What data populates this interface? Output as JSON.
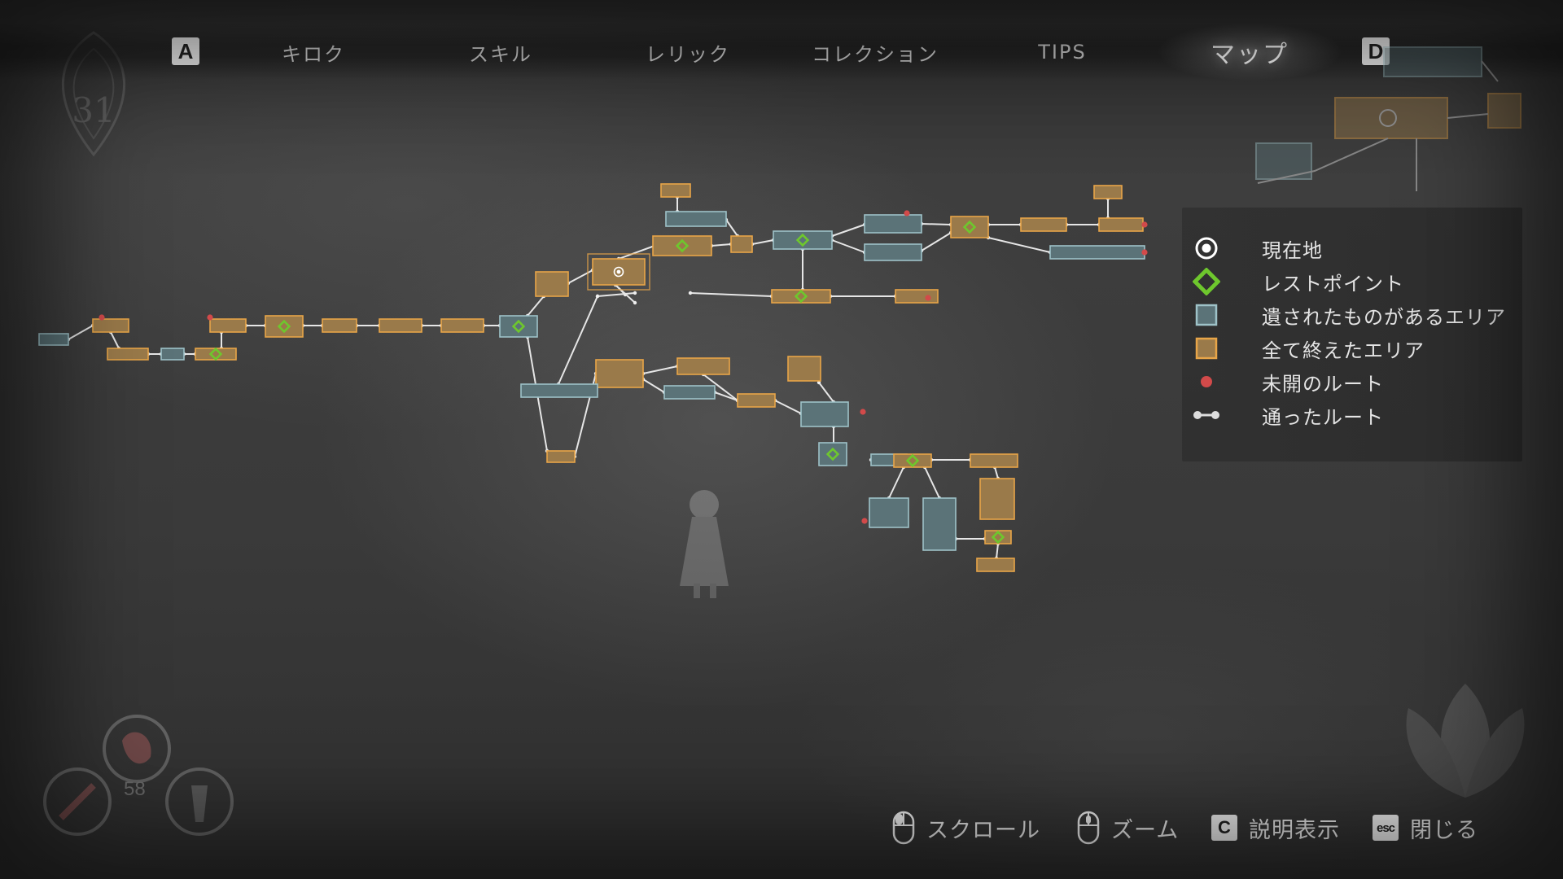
{
  "tabs": [
    {
      "id": "kiroku",
      "label": "キロク",
      "active": false
    },
    {
      "id": "skill",
      "label": "スキル",
      "active": false
    },
    {
      "id": "relic",
      "label": "レリック",
      "active": false
    },
    {
      "id": "collection",
      "label": "コレクション",
      "active": false
    },
    {
      "id": "tips",
      "label": "TIPS",
      "active": false
    },
    {
      "id": "map",
      "label": "マップ",
      "active": true
    }
  ],
  "nav_keys": {
    "prev": "A",
    "next": "D"
  },
  "level": "31",
  "legend": [
    {
      "icon": "current-location-icon",
      "label": "現在地"
    },
    {
      "icon": "rest-point-icon",
      "label": "レストポイント"
    },
    {
      "icon": "area-remaining-icon",
      "label": "遺されたものがあるエリア"
    },
    {
      "icon": "area-complete-icon",
      "label": "全て終えたエリア"
    },
    {
      "icon": "unexplored-route-icon",
      "label": "未開のルート"
    },
    {
      "icon": "traveled-route-icon",
      "label": "通ったルート"
    }
  ],
  "controls": [
    {
      "icon": "mouse-scroll-icon",
      "label": "スクロール"
    },
    {
      "icon": "mouse-wheel-icon",
      "label": "ズーム"
    },
    {
      "key": "C",
      "label": "説明表示"
    },
    {
      "key": "esc",
      "label": "閉じる"
    }
  ],
  "hud": {
    "item_count": "58"
  },
  "colors": {
    "area_complete_fill": "#9a7a4a",
    "area_complete_stroke": "#e8a548",
    "area_remaining_fill": "#5b7378",
    "area_remaining_stroke": "#9ec2c8",
    "rest_point": "#6ec72d",
    "unexplored": "#d24a4a",
    "route": "#e8e8e8"
  }
}
